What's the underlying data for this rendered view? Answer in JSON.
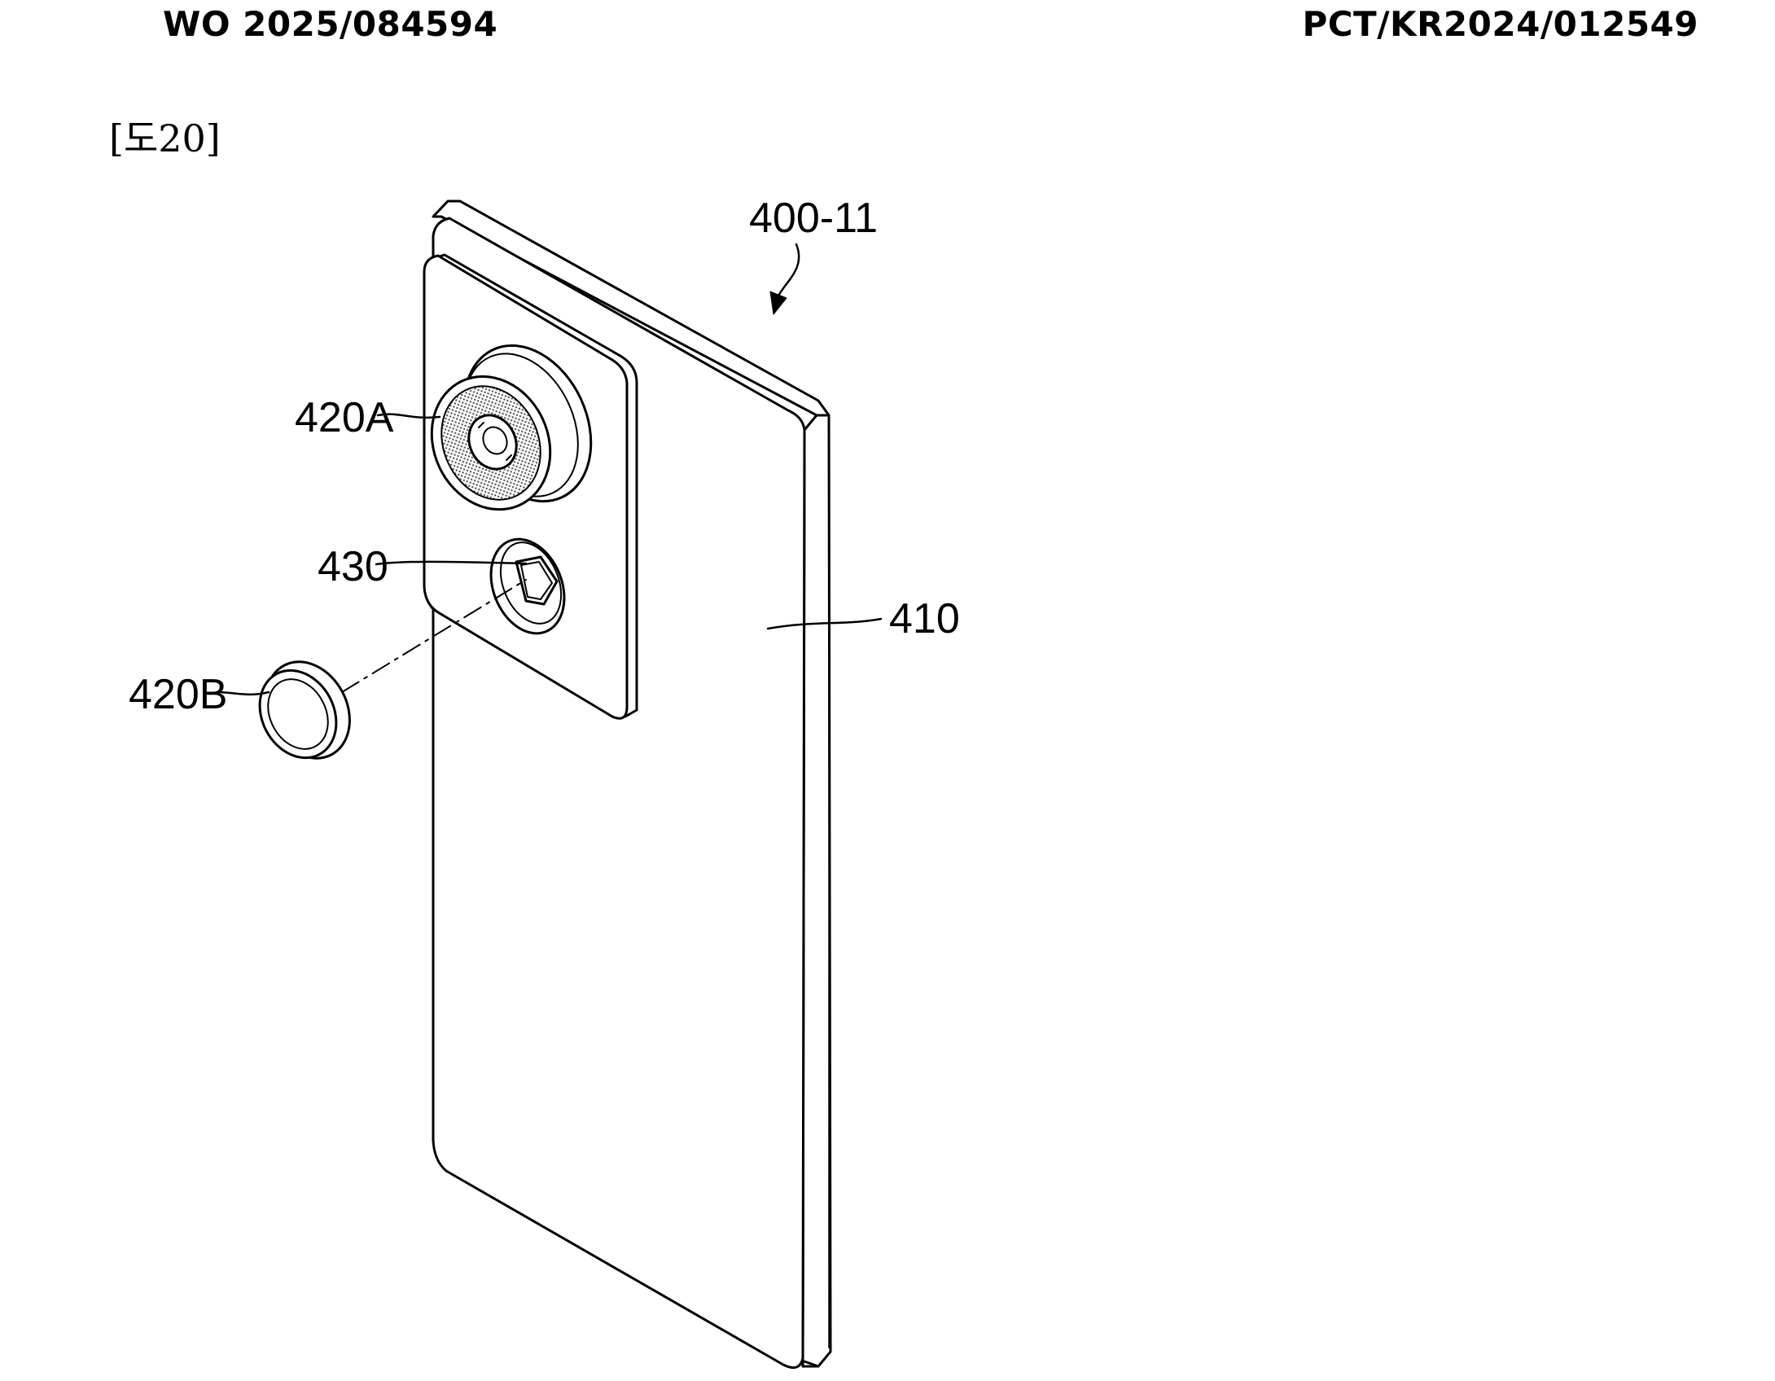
{
  "header": {
    "publication_number": "WO 2025/084594",
    "application_number": "PCT/KR2024/012549"
  },
  "figure": {
    "label": "[도20]",
    "references": {
      "device": "400-11",
      "rear_cover": "410",
      "first_camera": "420A",
      "detached_camera": "420B",
      "sensor": "430"
    }
  }
}
